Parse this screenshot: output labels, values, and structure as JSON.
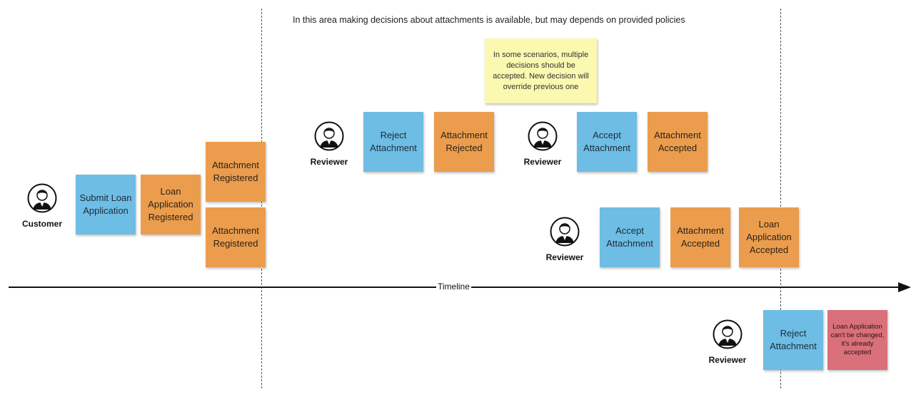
{
  "header_note": "In this area making decisions about attachments is available, but may depends on provided policies",
  "timeline_label": "Timeline",
  "yellow_note": "In some scenarios, multiple decisions should be accepted. New decision will override previous one",
  "actors": {
    "customer": "Customer",
    "reviewer1": "Reviewer",
    "reviewer2": "Reviewer",
    "reviewer3": "Reviewer",
    "reviewer4": "Reviewer"
  },
  "stickies": {
    "submit_loan_application": "Submit Loan Application",
    "loan_application_registered": "Loan Application Registered",
    "attachment_registered_1": "Attachment Registered",
    "attachment_registered_2": "Attachment Registered",
    "reject_attachment_1": "Reject Attachment",
    "attachment_rejected": "Attachment Rejected",
    "accept_attachment_1": "Accept Attachment",
    "attachment_accepted_1": "Attachment Accepted",
    "accept_attachment_2": "Accept Attachment",
    "attachment_accepted_2": "Attachment Accepted",
    "loan_application_accepted": "Loan Application Accepted",
    "reject_attachment_2": "Reject Attachment",
    "loan_cannot_change": "Loan Application can't be changed, it's already accepted"
  },
  "colors": {
    "command": "#6ebde4",
    "event": "#eb9d4d",
    "error": "#d9707a",
    "note": "#fbf8b0"
  }
}
